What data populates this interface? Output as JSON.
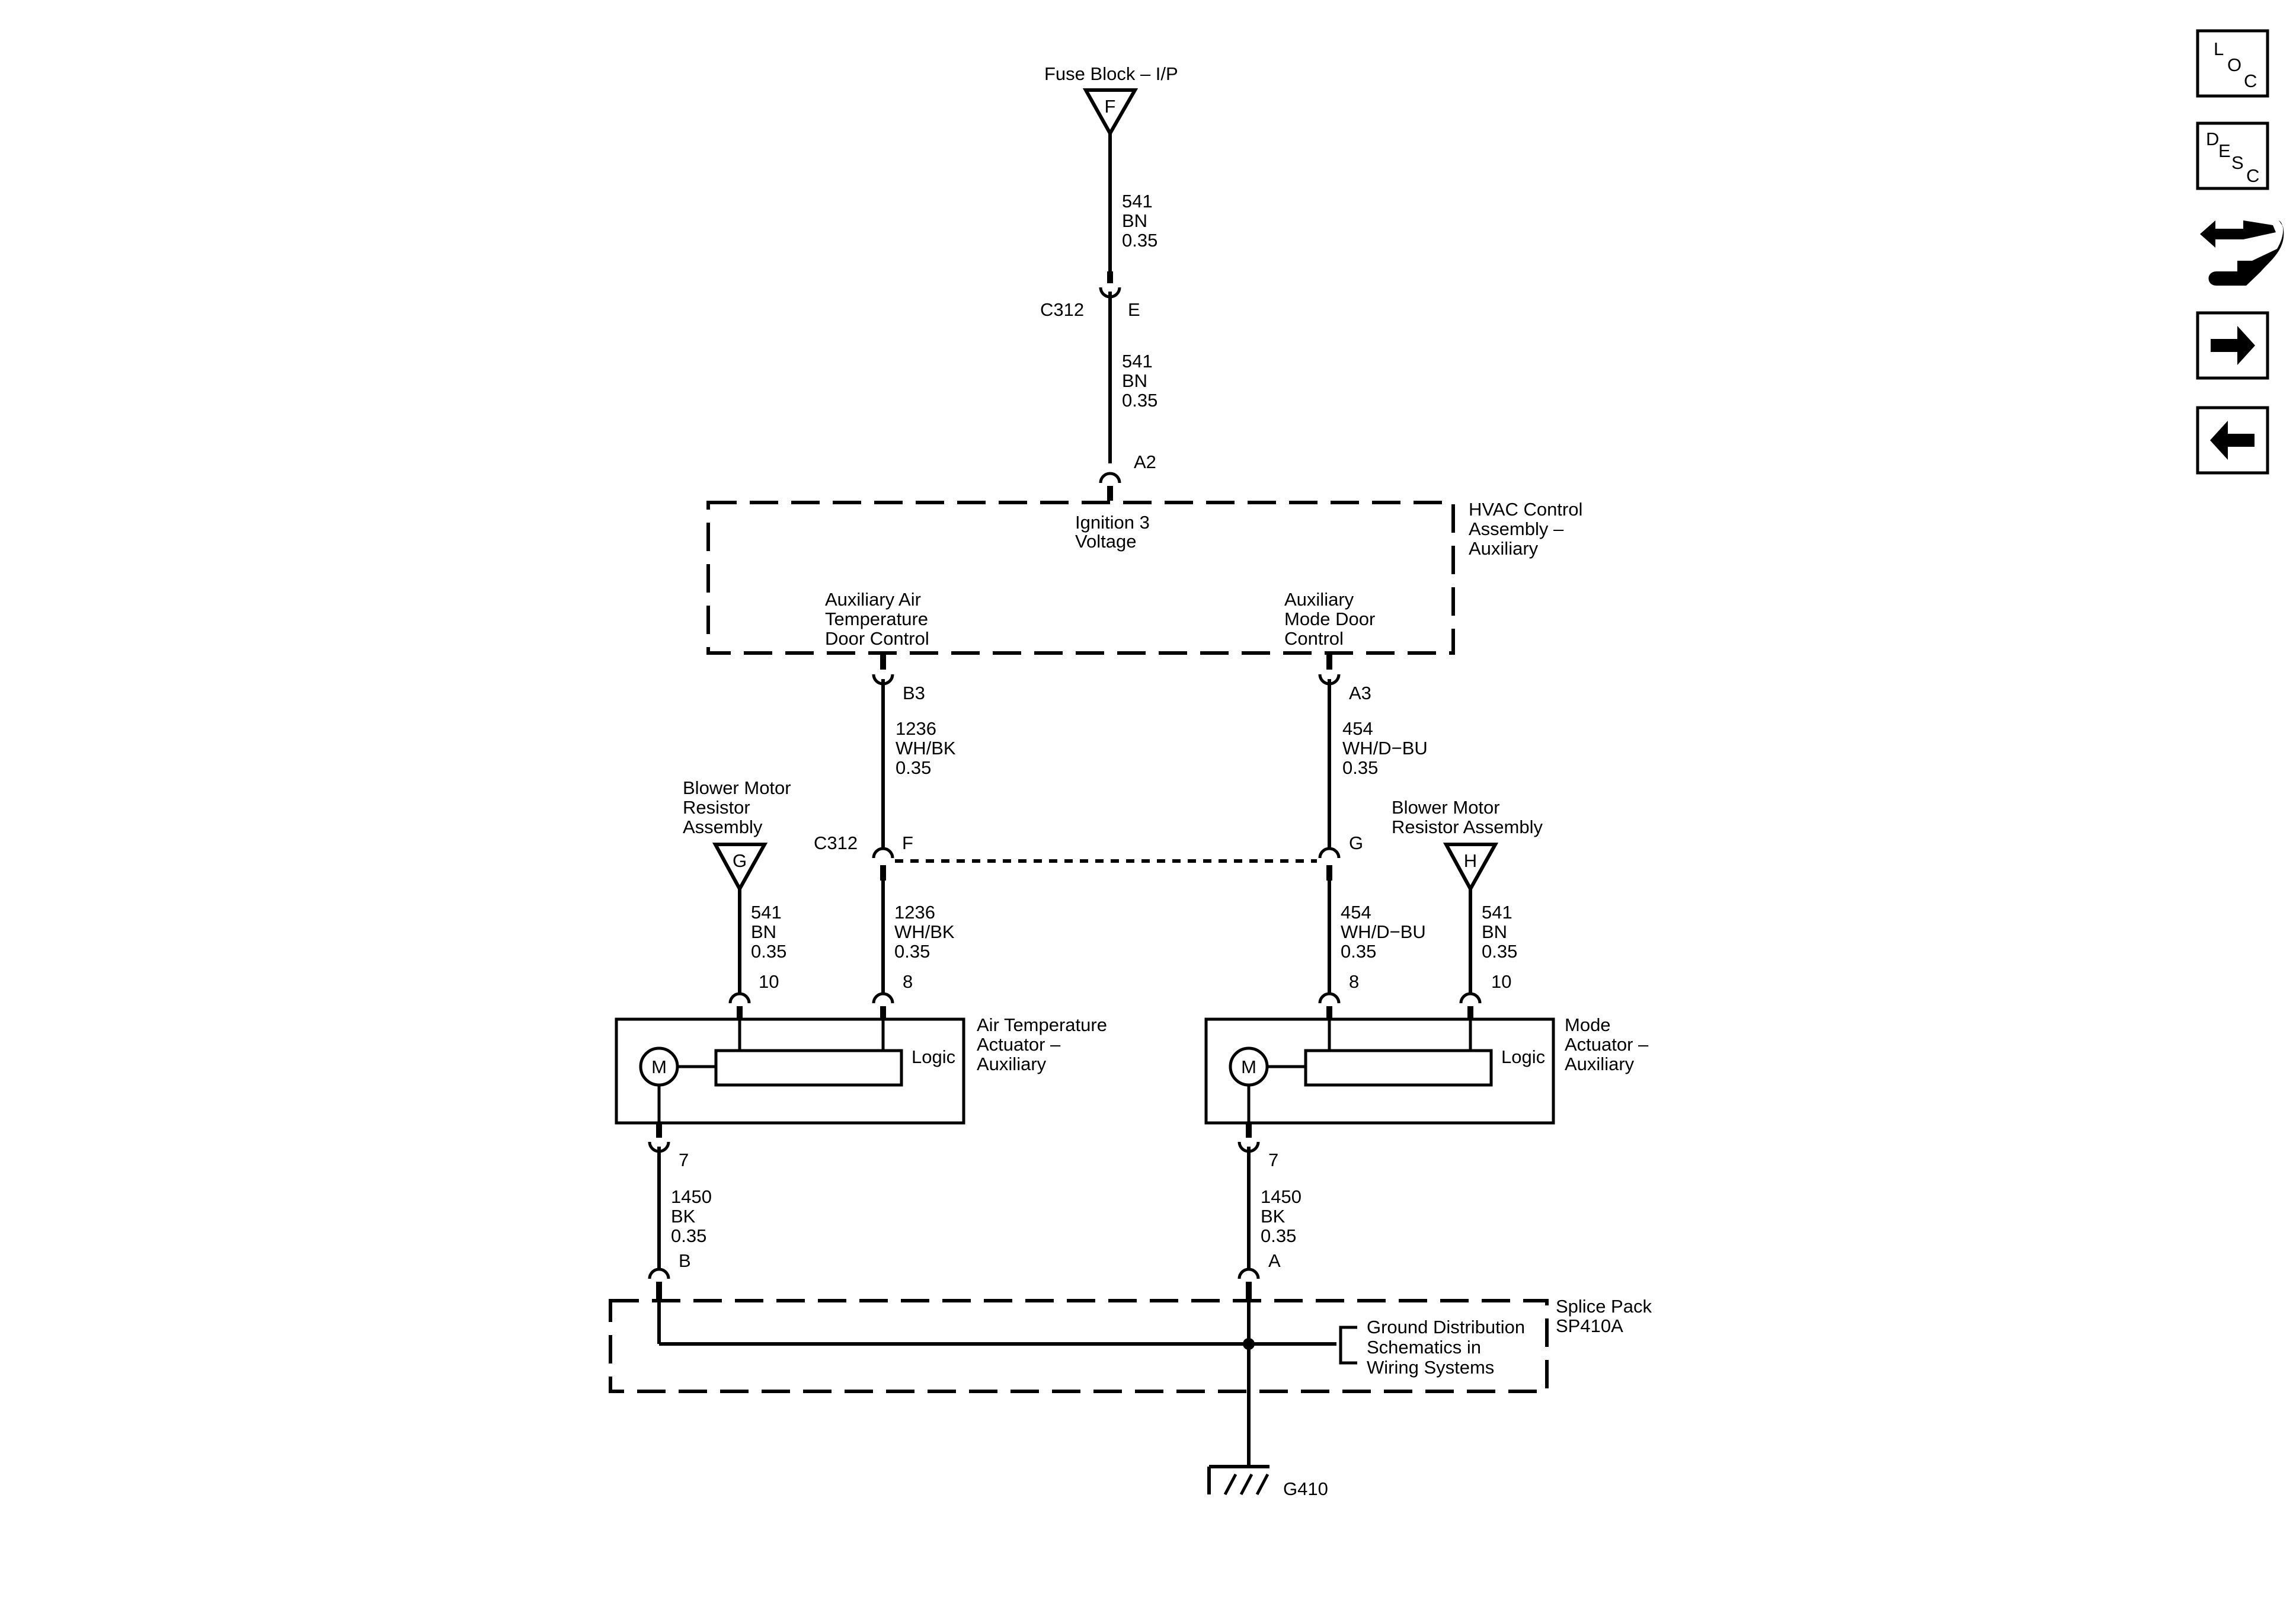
{
  "fuse_block": {
    "label": "Fuse Block – I/P",
    "terminal": "F"
  },
  "wires": {
    "supply_top": [
      "541",
      "BN",
      "0.35"
    ],
    "supply_mid": [
      "541",
      "BN",
      "0.35"
    ],
    "air_temp_upper": [
      "1236",
      "WH/BK",
      "0.35"
    ],
    "air_temp_lower": [
      "1236",
      "WH/BK",
      "0.35"
    ],
    "mode_upper": [
      "454",
      "WH/D−BU",
      "0.35"
    ],
    "mode_lower": [
      "454",
      "WH/D−BU",
      "0.35"
    ],
    "blower_left": [
      "541",
      "BN",
      "0.35"
    ],
    "blower_right": [
      "541",
      "BN",
      "0.35"
    ],
    "ground_left": [
      "1450",
      "BK",
      "0.35"
    ],
    "ground_right": [
      "1450",
      "BK",
      "0.35"
    ]
  },
  "connectors": {
    "c312_top": {
      "name": "C312",
      "pin": "E"
    },
    "c312_mid": {
      "name": "C312",
      "pin_left": "F",
      "pin_right": "G"
    }
  },
  "pins": {
    "hvac_a2": "A2",
    "hvac_b3": "B3",
    "hvac_a3": "A3",
    "air_temp_10": "10",
    "air_temp_8": "8",
    "air_temp_7": "7",
    "mode_8": "8",
    "mode_10": "10",
    "mode_7": "7",
    "splice_b": "B",
    "splice_a": "A"
  },
  "hvac": {
    "name": [
      "HVAC Control",
      "Assembly –",
      "Auxiliary"
    ],
    "ignition": [
      "Ignition 3",
      "Voltage"
    ],
    "air_temp_control": [
      "Auxiliary Air",
      "Temperature",
      "Door Control"
    ],
    "mode_control": [
      "Auxiliary",
      "Mode Door",
      "Control"
    ]
  },
  "blower_left": {
    "label": [
      "Blower Motor",
      "Resistor",
      "Assembly"
    ],
    "terminal": "G"
  },
  "blower_right": {
    "label": [
      "Blower Motor",
      "Resistor Assembly"
    ],
    "terminal": "H"
  },
  "air_temp_actuator": {
    "name": [
      "Air Temperature",
      "Actuator –",
      "Auxiliary"
    ],
    "motor": "M",
    "logic": "Logic"
  },
  "mode_actuator": {
    "name": [
      "Mode",
      "Actuator –",
      "Auxiliary"
    ],
    "motor": "M",
    "logic": "Logic"
  },
  "splice_pack": {
    "name": [
      "Splice Pack",
      "SP410A"
    ]
  },
  "ground_ref": [
    "Ground Distribution",
    "Schematics in",
    "Wiring Systems"
  ],
  "ground": "G410",
  "nav": {
    "loc": {
      "l": "L",
      "o": "O",
      "c": "C"
    },
    "desc": {
      "d": "D",
      "e": "E",
      "s": "S",
      "c": "C"
    }
  }
}
